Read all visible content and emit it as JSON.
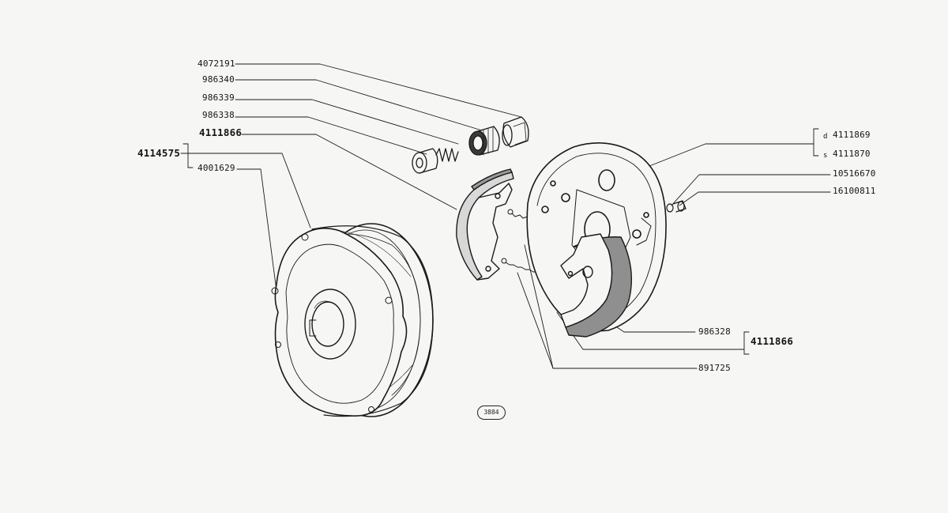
{
  "diagram": {
    "figure_number": "3884",
    "part_numbers": {
      "p4072191": "4072191",
      "p986340": "986340",
      "p986339": "986339",
      "p986338": "986338",
      "p4111866_top": "4111866",
      "p4114575": "4114575",
      "p4001629": "4001629",
      "p4111869": "4111869",
      "p4111870": "4111870",
      "p10516670": "10516670",
      "p16100811": "16100811",
      "p986328": "986328",
      "p4111866_right": "4111866",
      "p891725": "891725",
      "side_d": "d",
      "side_s": "s"
    }
  }
}
